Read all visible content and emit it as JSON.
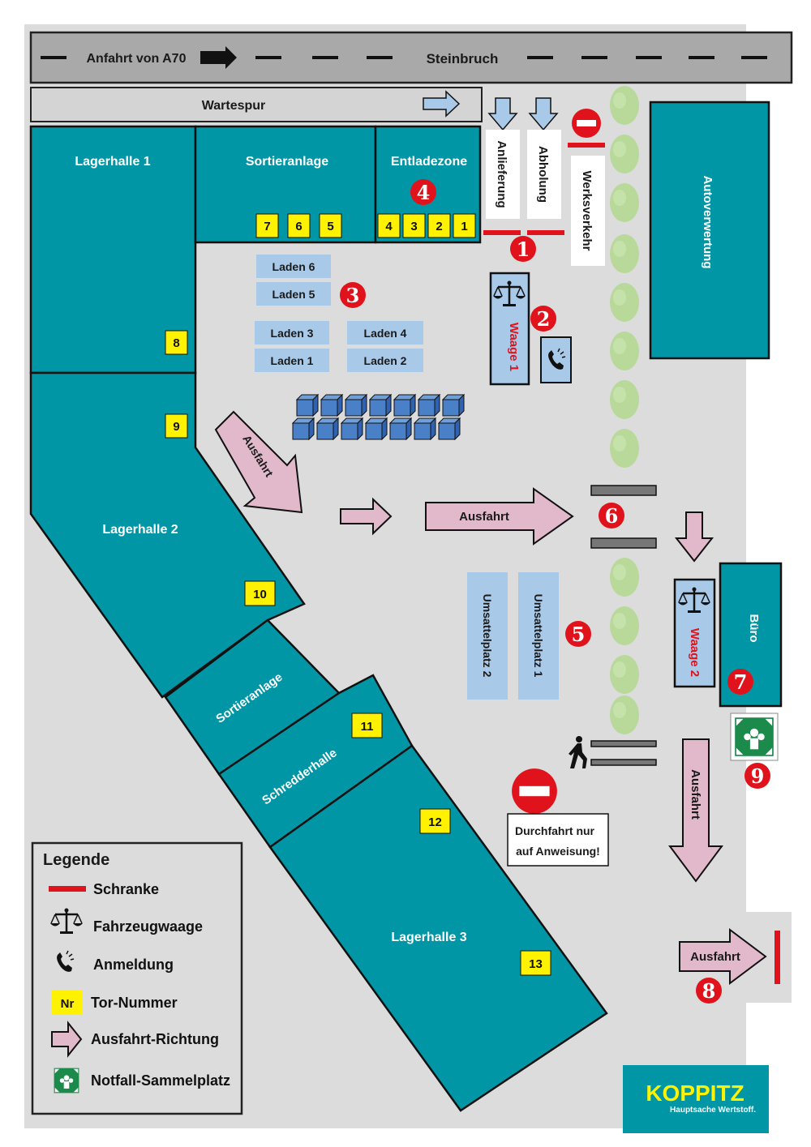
{
  "colors": {
    "building": "#0096a5",
    "road": "#a9a9a9",
    "ground": "#dcdcdc",
    "gate": "#fff200",
    "bay": "#a9c9e8",
    "arrow": "#e2b8cb",
    "marker": "#e0121b",
    "tree": "#b8d99a",
    "logo": "#0096a5",
    "logo_text": "#fff200"
  },
  "roads": {
    "access_label": "Anfahrt von A70",
    "quarry_label": "Steinbruch",
    "queue_label": "Wartespur"
  },
  "buildings": {
    "lagerhalle1": "Lagerhalle 1",
    "sortieranlage_top": "Sortieranlage",
    "entladezone": "Entladezone",
    "lagerhalle2": "Lagerhalle 2",
    "sortieranlage_bottom": "Sortieranlage",
    "schredderhalle": "Schredderhalle",
    "lagerhalle3": "Lagerhalle 3",
    "autoverwertung": "Autoverwertung",
    "buero": "Büro"
  },
  "gates": [
    "1",
    "2",
    "3",
    "4",
    "5",
    "6",
    "7",
    "8",
    "9",
    "10",
    "11",
    "12",
    "13"
  ],
  "bays": {
    "laden6": "Laden 6",
    "laden5": "Laden 5",
    "laden3": "Laden 3",
    "laden4": "Laden 4",
    "laden1": "Laden 1",
    "laden2": "Laden 2",
    "umsattel2": "Umsattelplatz 2",
    "umsattel1": "Umsattelplatz 1"
  },
  "lanes": {
    "anlieferung": "Anlieferung",
    "abholung": "Abholung",
    "werksverkehr": "Werksverkehr"
  },
  "scales": {
    "waage1": "Waage 1",
    "waage2": "Waage 2"
  },
  "exits": {
    "diag": "Ausfahrt",
    "main": "Ausfahrt",
    "vertical": "Ausfahrt",
    "final": "Ausfahrt"
  },
  "notice": {
    "line1": "Durchfahrt nur",
    "line2": "auf Anweisung!"
  },
  "markers": [
    "1",
    "2",
    "3",
    "4",
    "5",
    "6",
    "7",
    "8",
    "9"
  ],
  "legend": {
    "title": "Legende",
    "schranke": "Schranke",
    "waage": "Fahrzeugwaage",
    "anmeldung": "Anmeldung",
    "nr_badge": "Nr",
    "tor": "Tor-Nummer",
    "ausfahrt": "Ausfahrt-Richtung",
    "notfall": "Notfall-Sammelplatz"
  },
  "logo": {
    "brand": "KOPPITZ",
    "tagline": "Hauptsache Wertstoff."
  },
  "icons": [
    "scale-icon",
    "phone-icon",
    "no-entry-icon",
    "pedestrian-icon",
    "assembly-point-icon",
    "container-icon",
    "tree-icon",
    "arrow-icon"
  ]
}
